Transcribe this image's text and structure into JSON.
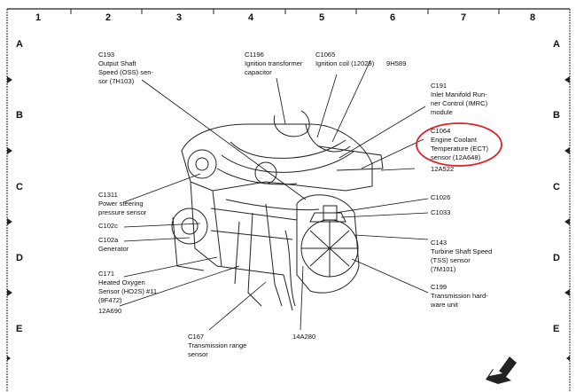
{
  "grid": {
    "columns": [
      "1",
      "2",
      "3",
      "4",
      "5",
      "6",
      "7",
      "8"
    ],
    "rows": [
      "A",
      "B",
      "C",
      "D",
      "E"
    ]
  },
  "callouts": {
    "c193": "C193\nOutput Shaft\nSpeed (OSS) sen-\nsor (7H103)",
    "c1196": "C1196\nIgnition transformer\ncapacitor",
    "c1065": "C1065\nIgnition coil (12029)",
    "p9h589": "9H589",
    "c191": "C191\nInlet Manifold Run-\nner Control (IMRC)\nmodule",
    "c1064": "C1064\nEngine Coolant\nTemperature (ECT)\nsensor (12A648)",
    "p12a522": "12A522",
    "c1311": "C1311\nPower steering\npressure sensor",
    "c102c": "C102c",
    "c102a": "C102a\nGenerator",
    "c171": "C171\nHeated Oxygen\nSensor (HO2S) #11\n(9F472)",
    "p12a690": "12A690",
    "c1026": "C1026",
    "c1033": "C1033",
    "c143": "C143\nTurbine Shaft Speed\n(TSS) sensor\n(7M101)",
    "c199": "C199\nTransmission hard-\nware unit",
    "c167": "C167\nTransmission range\nsensor",
    "p14a280": "14A280"
  },
  "colors": {
    "highlight": "#e0202a",
    "ink": "#111111"
  }
}
